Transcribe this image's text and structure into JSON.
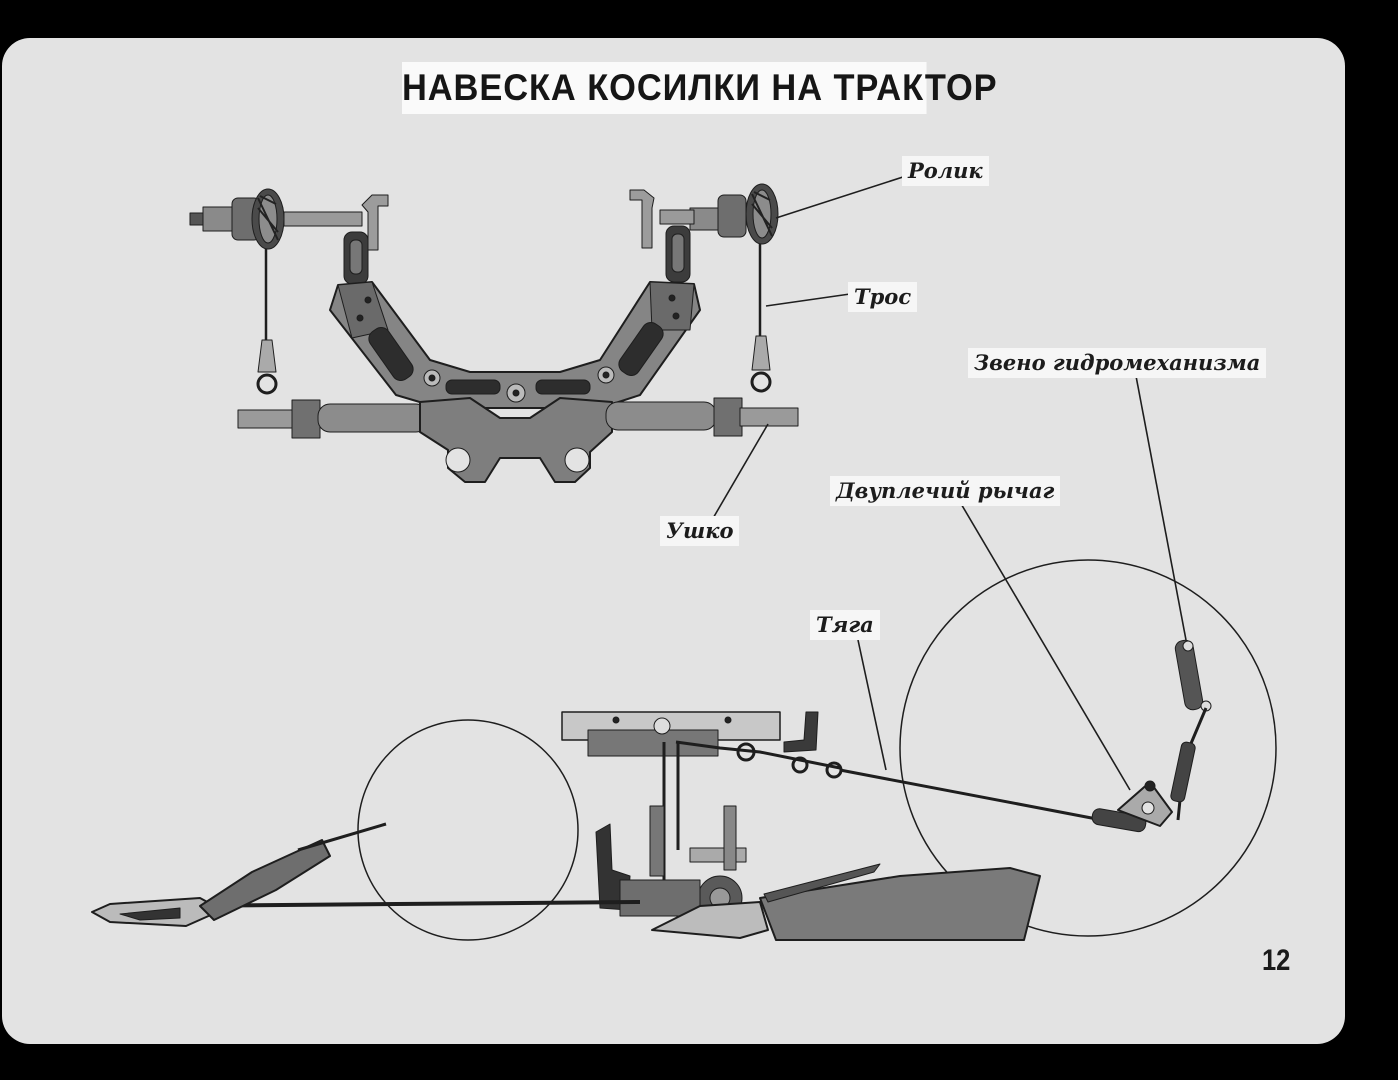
{
  "title": "НАВЕСКА КОСИЛКИ НА ТРАКТОР",
  "labels": {
    "rolik": "Ролик",
    "tros": "Трос",
    "zveno": "Звено гидромеханизма",
    "dvuplechiy": "Двуплечий рычаг",
    "ushko": "Ушко",
    "tyaga": "Тяга"
  },
  "page_number": "12",
  "colors": {
    "background": "#000000",
    "card": "#e3e3e3",
    "part_dark": "#3a3a3a",
    "part_mid": "#7a7a7a",
    "line": "#1e1e1e"
  }
}
